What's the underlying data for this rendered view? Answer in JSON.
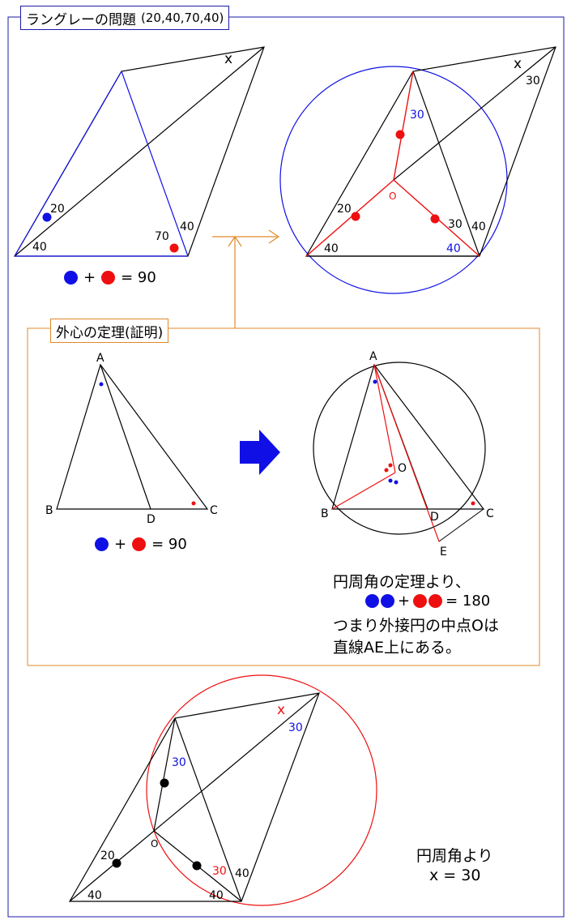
{
  "title": {
    "main": "ラングレーの問題",
    "params": "(20,40,70,40)"
  },
  "section_title": "外心の定理(証明)",
  "fig1": {
    "angle_x": "x",
    "angle_20": "20",
    "angle_40_left": "40",
    "angle_70": "70",
    "angle_40_right": "40"
  },
  "fig2": {
    "angle_x": "x",
    "angle_30_top": "30",
    "angle_30_mid": "30",
    "center": "O",
    "angle_20": "20",
    "angle_40_left": "40",
    "angle_30_right": "30",
    "angle_40_right": "40",
    "angle_40_blue": "40"
  },
  "eq1": {
    "plus": "+",
    "rhs": "= 90"
  },
  "proof_left": {
    "A": "A",
    "B": "B",
    "C": "C",
    "D": "D"
  },
  "eq2": {
    "plus": "+",
    "rhs": "= 90"
  },
  "proof_right": {
    "A": "A",
    "B": "B",
    "C": "C",
    "D": "D",
    "E": "E",
    "O": "O"
  },
  "proof_text": {
    "line1": "円周角の定理より、",
    "plus": "+",
    "rhs": "= 180",
    "line3": "つまり外接円の中点Oは",
    "line4": "直線AE上にある。"
  },
  "fig3": {
    "angle_x": "x",
    "angle_30_top": "30",
    "angle_30_left": "30",
    "center": "O",
    "angle_20": "20",
    "angle_30_red": "30",
    "angle_40_right": "40",
    "angle_40_left": "40",
    "angle_40_bottom": "40"
  },
  "conclusion": {
    "line1": "円周角より",
    "line2": "x = 30"
  },
  "colors": {
    "blue": "#1010e6",
    "red": "#ee1010",
    "orange": "#e0892a",
    "frame": "#1a1aa8"
  }
}
